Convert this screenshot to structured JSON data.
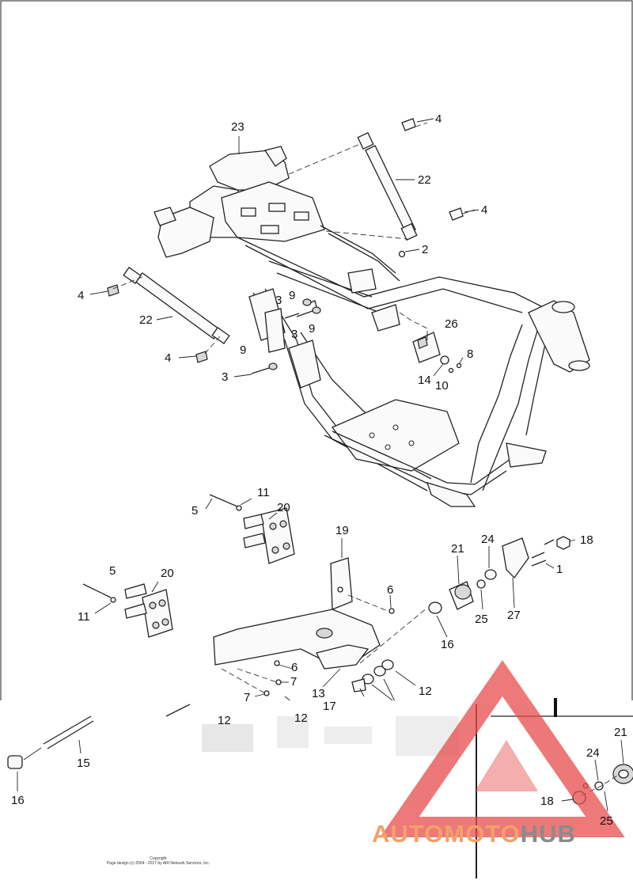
{
  "callouts": {
    "c23": "23",
    "c22a": "22",
    "c22b": "22",
    "c4a": "4",
    "c4b": "4",
    "c4c": "4",
    "c4d": "4",
    "c2": "2",
    "c3a": "3",
    "c3b": "3",
    "c3c": "3",
    "c9a": "9",
    "c9b": "9",
    "c9c": "9",
    "c26": "26",
    "c8": "8",
    "c14": "14",
    "c10": "10",
    "c5a": "5",
    "c11a": "11",
    "c20a": "20",
    "c19": "19",
    "c18a": "18",
    "c24a": "24",
    "c21a": "21",
    "c1": "1",
    "c5b": "5",
    "c20b": "20",
    "c11b": "11",
    "c6a": "6",
    "c25a": "25",
    "c27": "27",
    "c16a": "16",
    "c6b": "6",
    "c7a": "7",
    "c12a": "12",
    "c13": "13",
    "c7b": "7",
    "c17": "17",
    "c12b": "12",
    "c12c": "12",
    "c15": "15",
    "c16b": "16",
    "c21b": "21",
    "c24b": "24",
    "c18b": "18",
    "c25b": "25"
  },
  "footer": {
    "copyright": "Copyright",
    "design": "Page design (c) 2004 - 2017 by ARI Network Services, Inc."
  },
  "watermark": {
    "part1": "AUTOMOTO",
    "part2": "HUB"
  },
  "colors": {
    "logo_red": "#e84c4c",
    "logo_orange": "#f3a06b",
    "logo_grey": "#8b8b8b"
  }
}
